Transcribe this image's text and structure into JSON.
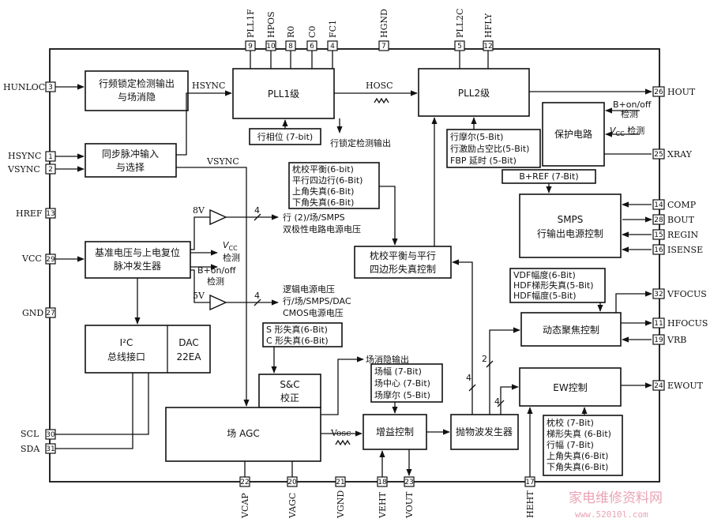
{
  "pins": {
    "hunloc": {
      "name": "HUNLOC",
      "num": "3"
    },
    "hsync": {
      "name": "HSYNC",
      "num": "1"
    },
    "vsync": {
      "name": "VSYNC",
      "num": "2"
    },
    "href": {
      "name": "HREF",
      "num": "13"
    },
    "vcc": {
      "name": "VCC",
      "num": "29"
    },
    "gnd": {
      "name": "GND",
      "num": "27"
    },
    "scl": {
      "name": "SCL",
      "num": "30"
    },
    "sda": {
      "name": "SDA",
      "num": "31"
    },
    "pll1f": {
      "name": "PLL1F",
      "num": "9"
    },
    "hpos": {
      "name": "HPOS",
      "num": "10"
    },
    "r0": {
      "name": "R0",
      "num": "8"
    },
    "c0": {
      "name": "C0",
      "num": "6"
    },
    "fc1": {
      "name": "FC1",
      "num": "4"
    },
    "hgnd": {
      "name": "HGND",
      "num": "7"
    },
    "pll2c": {
      "name": "PLL2C",
      "num": "5"
    },
    "hfly": {
      "name": "HFLY",
      "num": "12"
    },
    "hout": {
      "name": "HOUT",
      "num": "26"
    },
    "xray": {
      "name": "XRAY",
      "num": "25"
    },
    "comp": {
      "name": "COMP",
      "num": "14"
    },
    "bout": {
      "name": "BOUT",
      "num": "28"
    },
    "regin": {
      "name": "REGIN",
      "num": "15"
    },
    "isense": {
      "name": "ISENSE",
      "num": "16"
    },
    "vfocus": {
      "name": "VFOCUS",
      "num": "32"
    },
    "hfocus": {
      "name": "HFOCUS",
      "num": "11"
    },
    "vrb": {
      "name": "VRB",
      "num": "19"
    },
    "ewout": {
      "name": "EWOUT",
      "num": "24"
    },
    "vcap": {
      "name": "VCAP",
      "num": "22"
    },
    "vagc": {
      "name": "VAGC",
      "num": "20"
    },
    "vgnd": {
      "name": "VGND",
      "num": "21"
    },
    "veht": {
      "name": "VEHT",
      "num": "18"
    },
    "vout": {
      "name": "VOUT",
      "num": "23"
    },
    "heht": {
      "name": "HEHT",
      "num": "17"
    }
  },
  "blocks": {
    "hlock": [
      "行频锁定检测输出",
      "与场消隐"
    ],
    "sync": [
      "同步脉冲输入",
      "与选择"
    ],
    "ref": [
      "基准电压与上电复位",
      "脉冲发生器"
    ],
    "i2c": [
      "I²C",
      "总线接口"
    ],
    "dac": [
      "DAC",
      "22EA"
    ],
    "pll1": "PLL1级",
    "pll2": "PLL2级",
    "protect": "保护电路",
    "smps": [
      "SMPS",
      "行输出电源控制"
    ],
    "pincushion": [
      "枕校平衡与平行",
      "四边形失真控制"
    ],
    "sc": [
      "S&C",
      "校正"
    ],
    "vagc": "场 AGC",
    "gain": "增益控制",
    "parabola": "抛物波发生器",
    "focus": "动态聚焦控制",
    "ew": "EW控制"
  },
  "params": {
    "hphase": "行相位 (7-bit)",
    "pll2": [
      "行摩尔(5-Bit)",
      "行激励占空比(5-Bit)",
      "FBP 延时 (5-Bit)"
    ],
    "pin_bal": [
      "枕校平衡(6-bit)",
      "平行四边行(6-Bit)",
      "上角失真(6-Bit)",
      "下角失真(6-Bit)"
    ],
    "bref": "B+REF (7-Bit)",
    "focus": [
      "VDF幅度(6-Bit)",
      "HDF梯形失真(5-Bit)",
      "HDF幅度(5-Bit)"
    ],
    "sc": [
      "S 形失真(6-Bit)",
      "C 形失真(6-Bit)"
    ],
    "vert": [
      "场幅 (7-Bit)",
      "场中心 (7-Bit)",
      "场摩尔 (5-Bit)"
    ],
    "ew": [
      "枕校 (7-Bit)",
      "梯形失真 (6-Bit)",
      "行幅 (7-Bit)",
      "上角失真(6-Bit)",
      "下角失真(6-Bit)"
    ]
  },
  "labels": {
    "hsync_sig": "HSYNC",
    "vsync_sig": "VSYNC",
    "hosc": "HOSC",
    "vosc": "Vosc",
    "hlock_out": "行锁定检测输出",
    "bon_protect": [
      "B+on/off",
      "检测"
    ],
    "vcc_protect": [
      "V",
      "CC",
      " 检测"
    ],
    "v8": "8V",
    "v5": "5V",
    "bus4a": "4",
    "bus4b": "4",
    "bus4c": "4",
    "bus4d": "4",
    "bus2": "2",
    "supply8": [
      "行 (2)/场/SMPS",
      "双极性电路电源电压"
    ],
    "supply5": [
      "逻辑电源电压",
      "行/场/SMPS/DAC",
      "CMOS电源电压"
    ],
    "vcc_det": [
      "V",
      "CC",
      "检测"
    ],
    "bon_det": [
      "B+on/off",
      "检测"
    ],
    "vblank": "场消隐输出"
  },
  "watermark": {
    "cn": "家电维修资料网",
    "url": "www.52010l.com"
  }
}
